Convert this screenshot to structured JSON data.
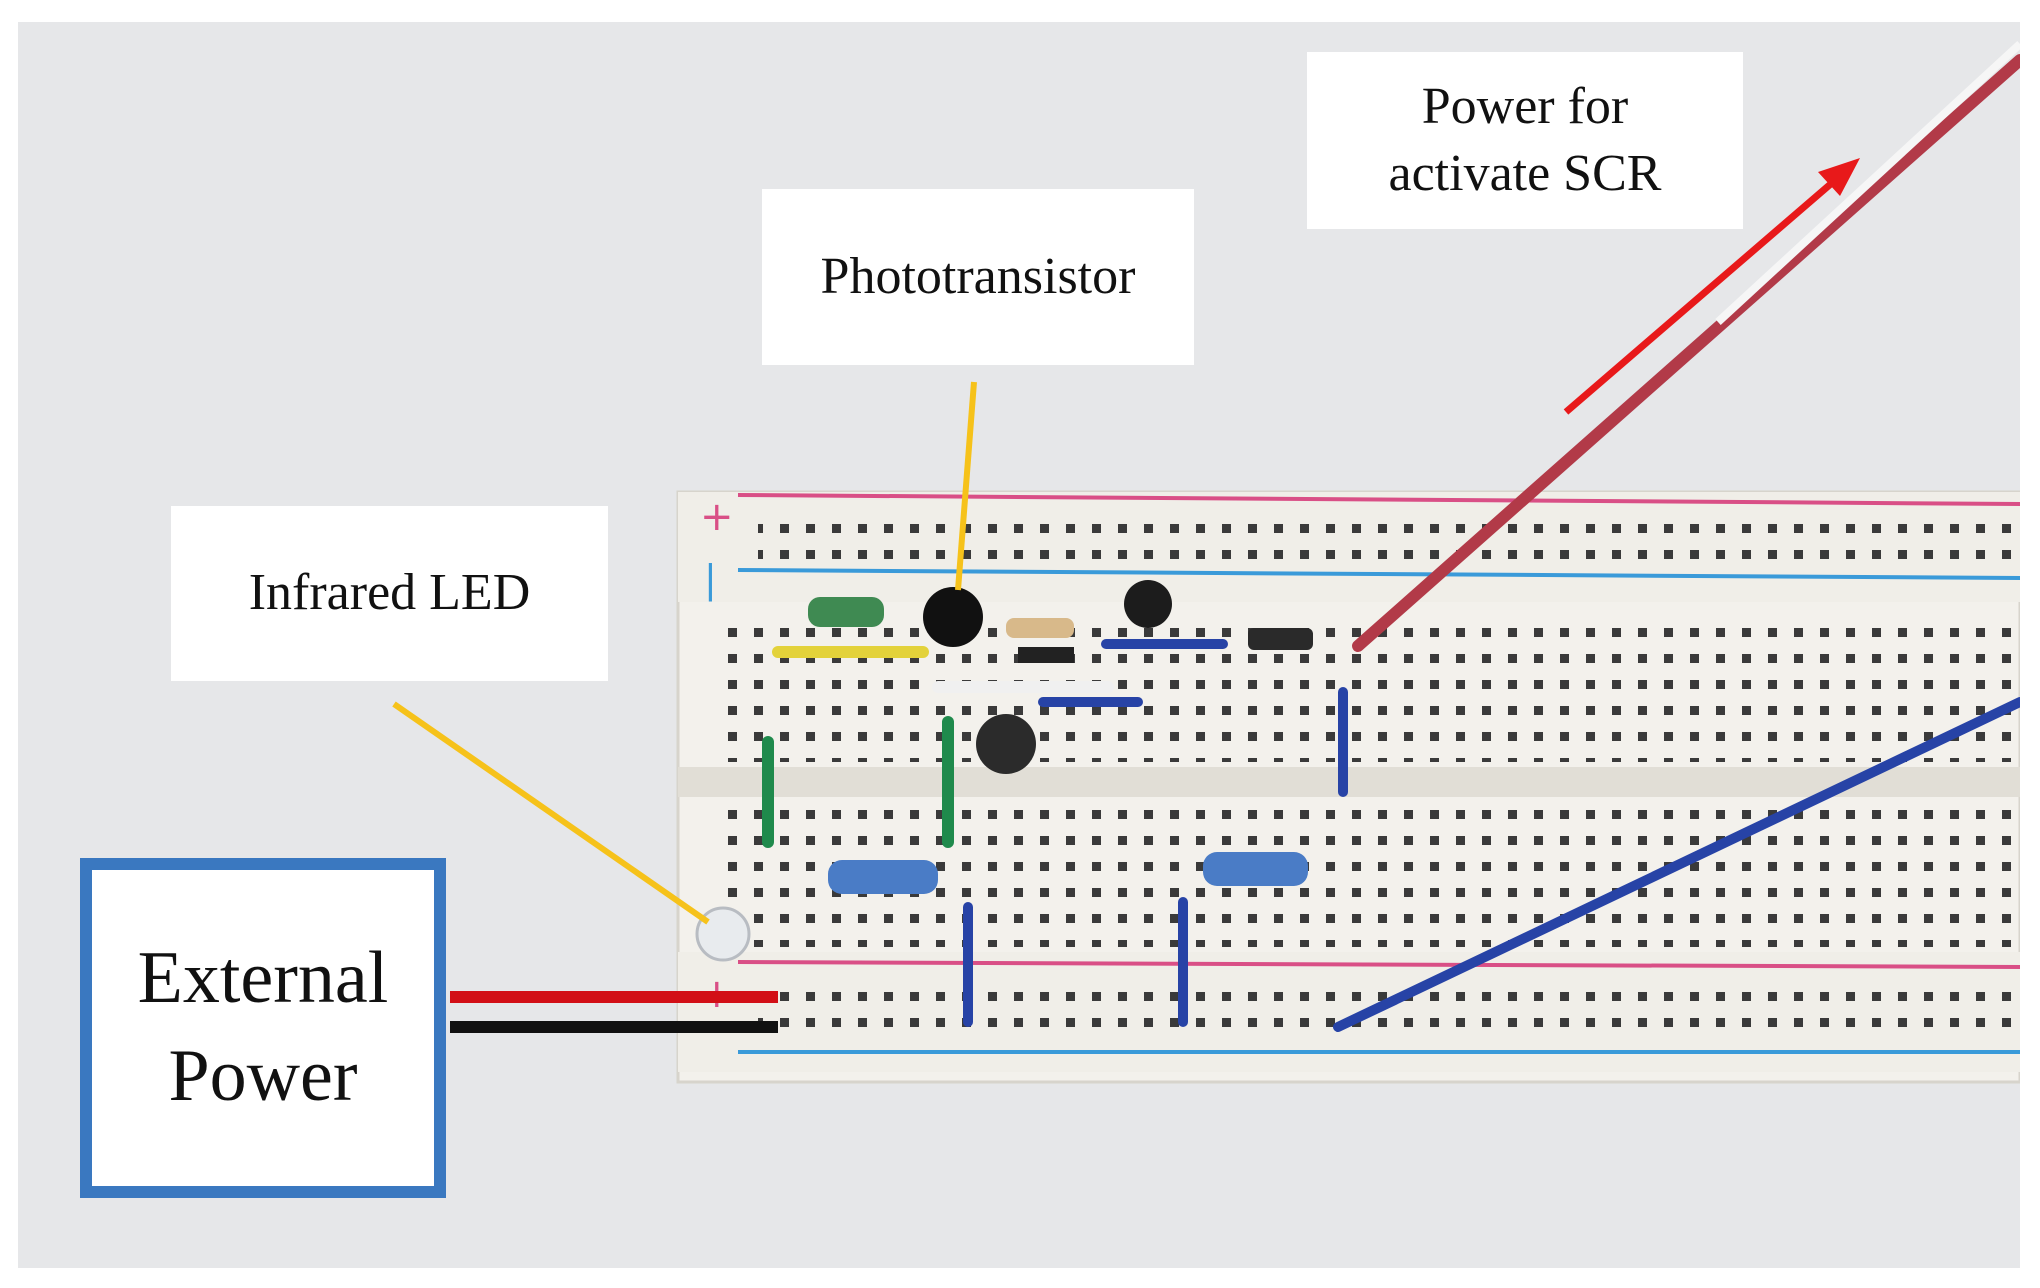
{
  "labels": {
    "power_for_scr": [
      "Power for",
      "activate SCR"
    ],
    "phototransistor": "Phototransistor",
    "infrared_led": "Infrared LED",
    "external_power": [
      "External",
      "Power"
    ]
  },
  "colors": {
    "background": "#e6e7e9",
    "callout_line": "#f6c21a",
    "arrow": "#e8191a",
    "external_power_border": "#3a78c0",
    "rail_plus": "#d94f86",
    "rail_minus": "#3a9ad9",
    "wire_red": "#b23a48",
    "wire_blue": "#2743a6",
    "wire_green": "#1f8a4c"
  },
  "icons": [
    "breadboard-icon",
    "resistor-icon",
    "led-icon",
    "capacitor-icon",
    "diode-icon",
    "transistor-icon",
    "phototransistor-icon"
  ]
}
